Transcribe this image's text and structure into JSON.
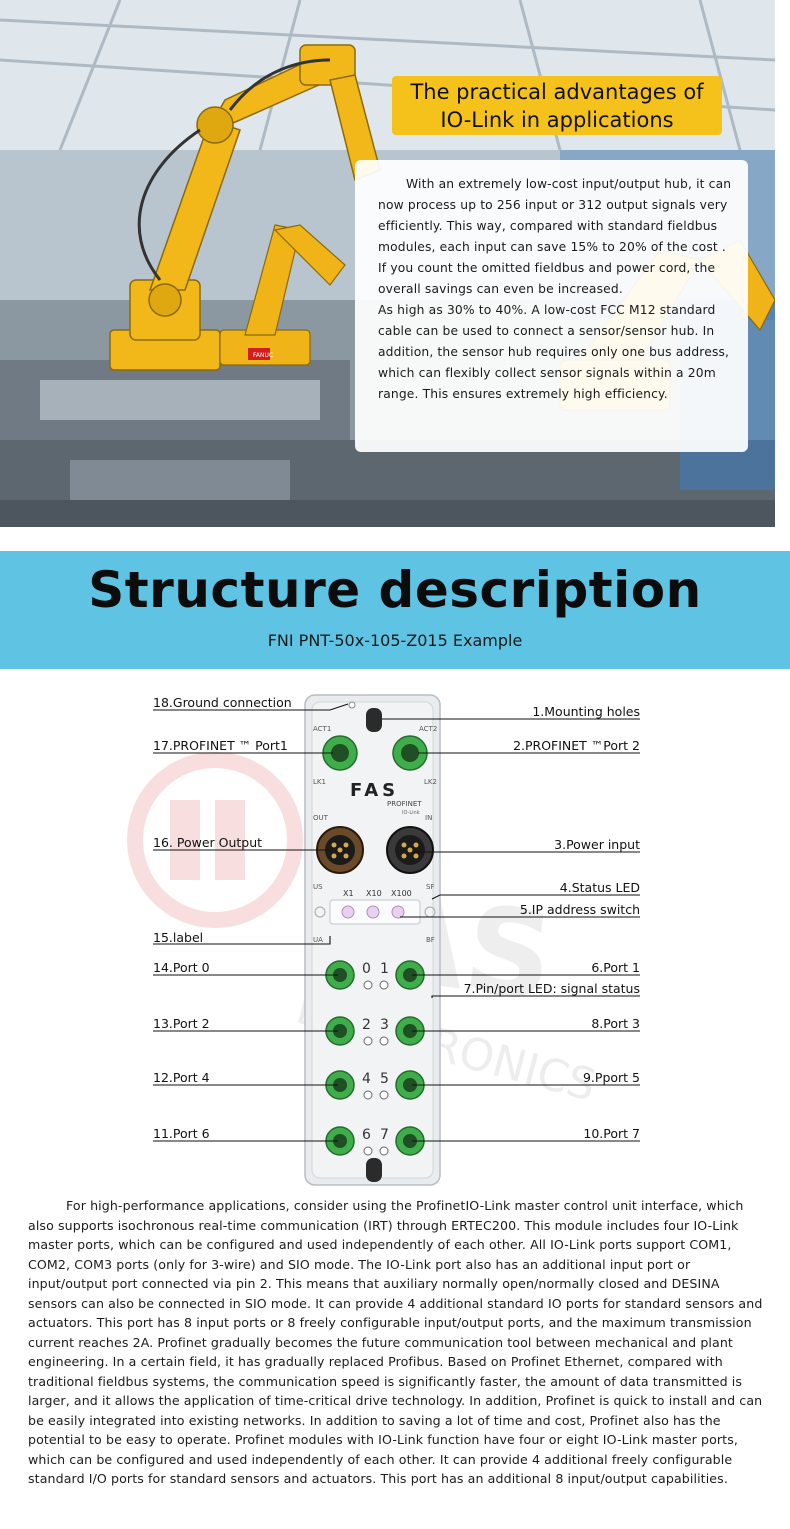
{
  "hero": {
    "title_line1": "The practical advantages of",
    "title_line2": "IO-Link in applications",
    "paragraph1": "With an extremely low-cost input/output hub, it can now process up to 256 input or 312 output signals very efficiently. This way, compared with standard fieldbus modules, each input can save 15% to 20% of the cost . If you count the omitted fieldbus and power cord, the overall savings can even be increased.",
    "paragraph2": "As high as 30% to 40%. A low-cost FCC M12 standard cable can be used to connect a sensor/sensor hub. In addition, the sensor hub requires only one bus address, which can flexibly collect sensor signals within a 20m range. This ensures extremely high efficiency.",
    "robot_label": "FANUC"
  },
  "banner": {
    "title": "Structure description",
    "subtitle": "FNI PNT-50x-105-Z015 Example"
  },
  "device": {
    "brand": "FAS",
    "model_line1": "PROFINET",
    "model_line2": "IO-Link",
    "act1": "ACT1",
    "act2": "ACT2",
    "lk1": "LK1",
    "lk2": "LK2",
    "out": "OUT",
    "in": "IN",
    "us": "US",
    "sf": "SF",
    "ua": "UA",
    "bf": "BF",
    "x1": "X1",
    "x10": "X10",
    "x100": "X100",
    "ports": [
      {
        "left": "0",
        "right": "1"
      },
      {
        "left": "2",
        "right": "3"
      },
      {
        "left": "4",
        "right": "5"
      },
      {
        "left": "6",
        "right": "7"
      }
    ]
  },
  "labels": {
    "left": [
      "18.Ground connection",
      "17.PROFINET ™ Port1",
      "16. Power Output",
      "15.label",
      "14.Port 0",
      "13.Port 2",
      "12.Port 4",
      "11.Port 6"
    ],
    "right": [
      "1.Mounting holes",
      "2.PROFINET ™Port 2",
      "3.Power input",
      "4.Status LED",
      "5.IP address switch",
      "6.Port 1",
      "7.Pin/port LED: signal status",
      "8.Port 3",
      "9.Pport 5",
      "10.Port 7"
    ]
  },
  "body_text": "For high-performance applications, consider using the ProfinetIO-Link master control unit interface, which also supports isochronous real-time communication (IRT) through ERTEC200. This module includes four IO-Link master ports, which can be configured and used independently of each other. All IO-Link ports support COM1, COM2, COM3 ports (only for 3-wire) and SIO mode. The IO-Link port also has an additional input port or input/output port connected via pin 2. This means that auxiliary normally open/normally closed and DESINA sensors can also be connected in SIO mode. It can provide 4 additional standard IO ports for standard sensors and actuators. This port has 8 input ports or 8 freely configurable input/output ports, and the maximum transmission current reaches 2A. Profinet gradually becomes the future communication tool between mechanical and plant engineering. In a certain field, it has gradually replaced Profibus. Based on Profinet Ethernet, compared with traditional fieldbus systems, the communication speed is significantly faster, the amount of data transmitted is larger, and it allows the application of time-critical drive technology. In addition, Profinet is quick to install and can be easily integrated into existing networks. In addition to saving a lot of time and cost, Profinet also has the potential to be easy to operate. Profinet modules with IO-Link function have four or eight IO-Link master ports, which can be configured and used independently of each other. It can provide 4 additional freely configurable standard I/O ports for standard sensors and actuators. This port has an additional 8 input/output capabilities.",
  "watermark": {
    "text1": "FAS",
    "text2": "ELECTRONICS"
  },
  "colors": {
    "accent_yellow": "#f5c21b",
    "banner_blue": "#5fc4e4",
    "port_green": "#3fae4a"
  }
}
